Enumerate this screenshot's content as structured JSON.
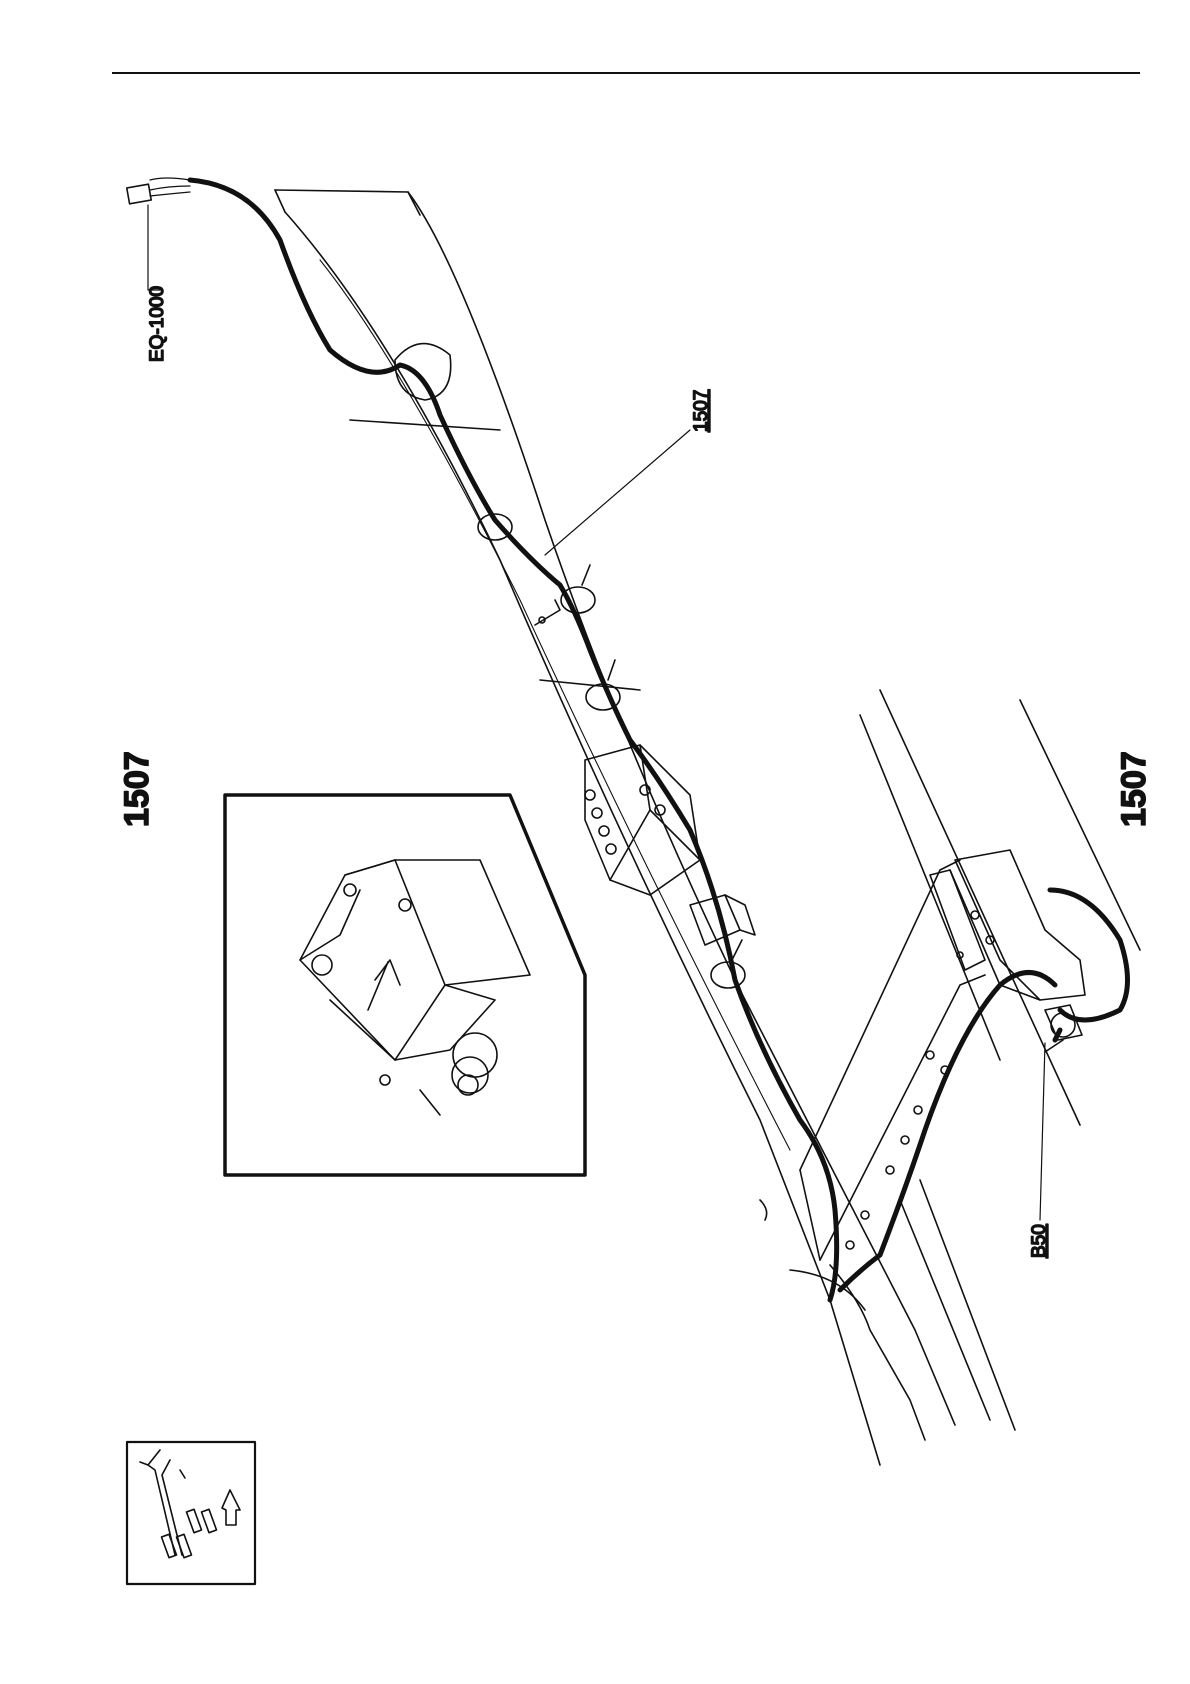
{
  "labels": {
    "page_number_top": "1507",
    "page_number_right": "1507",
    "harness_ref": "1507",
    "connector_ref": "EQ-1000",
    "sensor_ref": "B50"
  },
  "icons": {
    "orientation": "vehicle-chassis-orientation-icon",
    "inset": "sensor-detail-inset"
  }
}
